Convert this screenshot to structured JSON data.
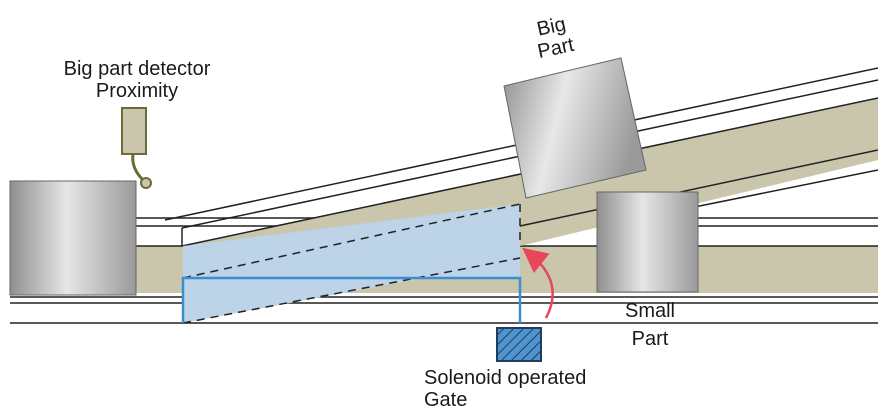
{
  "labels": {
    "detector_line1": "Big part detector",
    "detector_line2": "Proximity",
    "big_line1": "Big",
    "big_line2": "Part",
    "small_line1": "Small",
    "small_line2": "Part",
    "solenoid_line1": "Solenoid operated",
    "solenoid_line2": "Gate"
  },
  "colors": {
    "track": "#c9c6ac",
    "gate_fill": "#bcd3e8",
    "gate_stroke": "#3a8fd0",
    "arrow": "#e8475a",
    "sensor": "#c9c6ac",
    "solenoid": "#4f93cf"
  }
}
